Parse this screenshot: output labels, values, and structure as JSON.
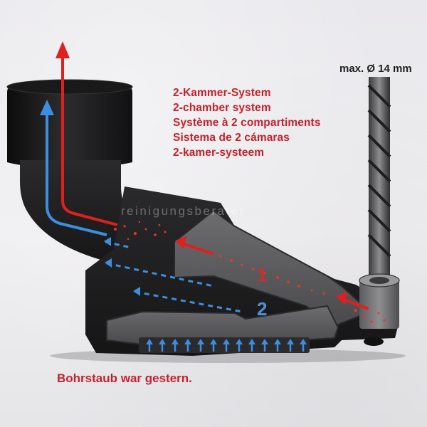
{
  "caption": {
    "languages": [
      "2-Kammer-System",
      "2-chamber system",
      "Système à 2 compartiments",
      "Sistema de 2 cámaras",
      "2-kamer-systeem"
    ]
  },
  "spec_label": "max. Ø 14 mm",
  "tagline": "Bohrstaub war gestern.",
  "watermark": "reinigungsberater",
  "chambers": {
    "one": "1",
    "two": "2"
  },
  "colors": {
    "text_red": "#c8202a",
    "arrow_red": "#e0201e",
    "arrow_blue": "#3d8ee0",
    "body_dark": "#1e1e20",
    "body_grey": "#5a5a5c"
  }
}
